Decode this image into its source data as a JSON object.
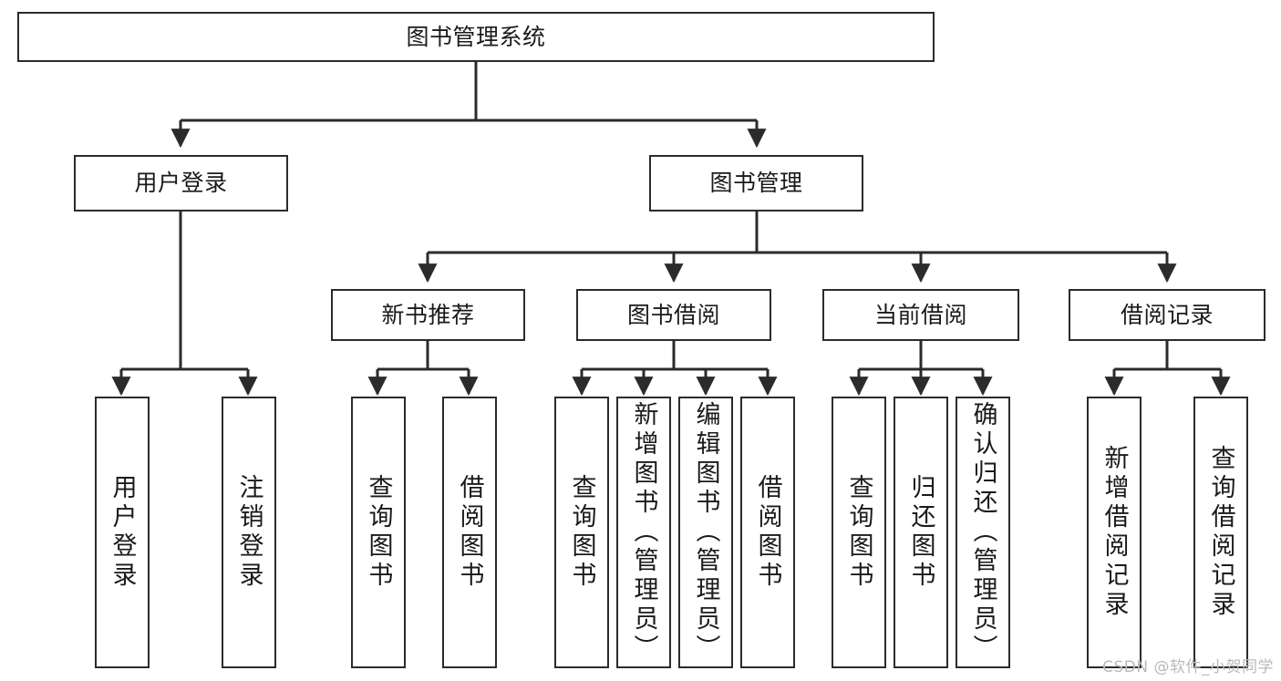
{
  "diagram": {
    "title": "图书管理系统",
    "type": "tree-hierarchy",
    "watermark": "CSDN @软件_小贺同学",
    "colors": {
      "stroke": "#2b2b2b",
      "fill": "#ffffff",
      "text": "#1a1a1a",
      "watermark": "#b9b9b9"
    },
    "nodes": {
      "root": {
        "label": "图书管理系统"
      },
      "level2": [
        {
          "label": "用户登录"
        },
        {
          "label": "图书管理"
        }
      ],
      "level3": [
        {
          "label": "新书推荐"
        },
        {
          "label": "图书借阅"
        },
        {
          "label": "当前借阅"
        },
        {
          "label": "借阅记录"
        }
      ],
      "leaves": {
        "user_login": [
          {
            "label": "用户登录"
          },
          {
            "label": "注销登录"
          }
        ],
        "new_book_recommend": [
          {
            "label": "查询图书"
          },
          {
            "label": "借阅图书"
          }
        ],
        "book_borrow": [
          {
            "label": "查询图书"
          },
          {
            "label": "新增图书（管理员）"
          },
          {
            "label": "编辑图书（管理员）"
          },
          {
            "label": "借阅图书"
          }
        ],
        "current_borrow": [
          {
            "label": "查询图书"
          },
          {
            "label": "归还图书"
          },
          {
            "label": "确认归还（管理员）"
          }
        ],
        "borrow_record": [
          {
            "label": "新增借阅记录"
          },
          {
            "label": "查询借阅记录"
          }
        ]
      }
    }
  }
}
